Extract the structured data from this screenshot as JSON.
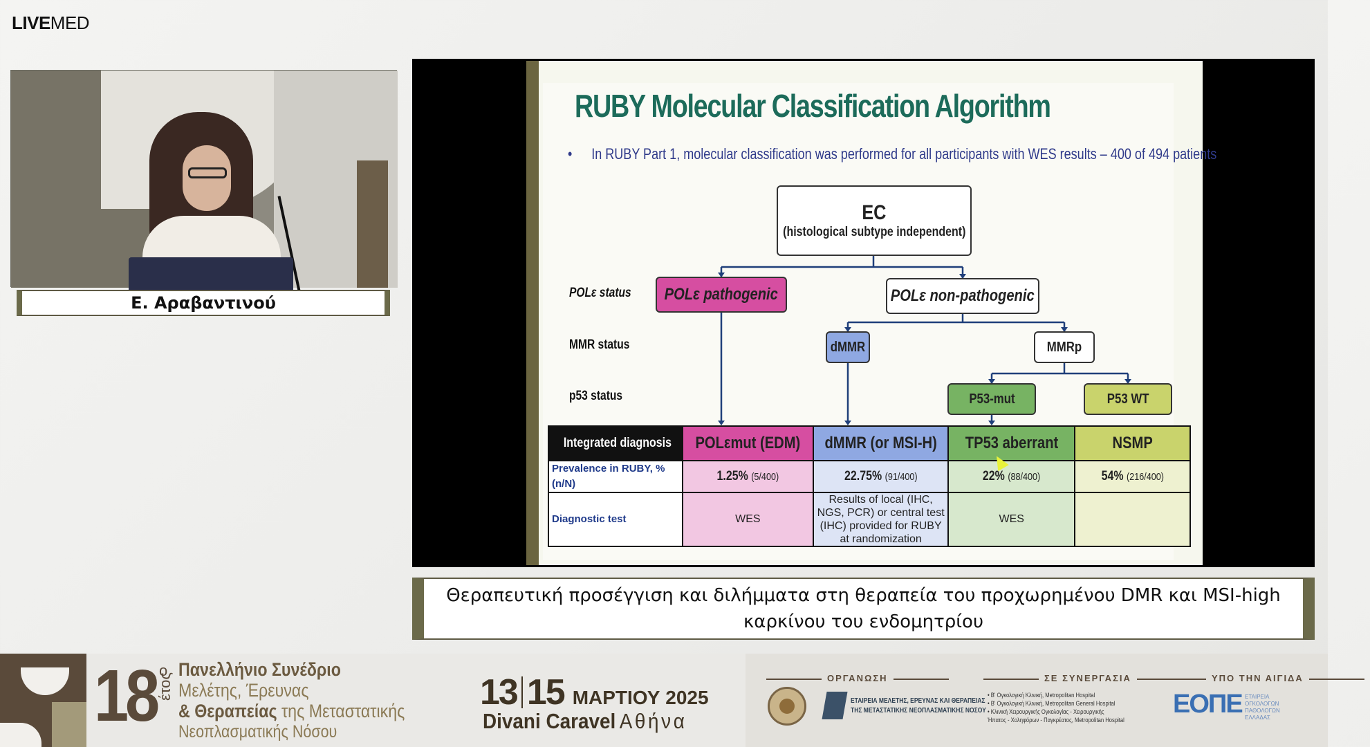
{
  "brand": {
    "live": "LIVE",
    "med": "MED"
  },
  "speaker": {
    "name": "Ε. Αραβαντινού"
  },
  "slide": {
    "title": "RUBY Molecular Classification Algorithm",
    "bullet": "In RUBY Part 1, molecular classification was performed for all participants with WES results – 400 of 494 patients",
    "ec_line1": "EC",
    "ec_line2": "(histological subtype independent)",
    "row_labels": {
      "pol": "POLε status",
      "mmr": "MMR status",
      "p53": "p53 status"
    },
    "nodes": {
      "pole_path": "POLε pathogenic",
      "pole_non": "POLε non-pathogenic",
      "dmmr": "dMMR",
      "mmrp": "MMRp",
      "p53mut": "P53-mut",
      "p53wt": "P53 WT"
    },
    "table": {
      "header_label": "Integrated diagnosis",
      "headers": [
        "POLεmut (EDM)",
        "dMMR (or MSI-H)",
        "TP53 aberrant",
        "NSMP"
      ],
      "prevalence_label": "Prevalence in RUBY, % (n/N)",
      "prevalence": [
        {
          "pct": "1.25%",
          "n": "(5/400)"
        },
        {
          "pct": "22.75%",
          "n": "(91/400)"
        },
        {
          "pct": "22%",
          "n": "(88/400)"
        },
        {
          "pct": "54%",
          "n": "(216/400)"
        }
      ],
      "diag_label": "Diagnostic test",
      "diag": [
        "WES",
        "Results of local (IHC, NGS, PCR) or central test (IHC) provided for RUBY at randomization",
        "WES",
        ""
      ]
    },
    "colors": {
      "title": "#1c6b5a",
      "bullet": "#2f3a8a",
      "pol": "#d64ea1",
      "dmmr": "#8fa8e2",
      "tp53": "#77b363",
      "nsmp": "#c9d36c"
    }
  },
  "caption": "Θεραπευτική προσέγγιση και διλήμματα στη θεραπεία του προχωρημένου DMR και MSI-high καρκίνου του ενδομητρίου",
  "footer": {
    "number": "18",
    "degree": "ο",
    "etos": "έτος",
    "conf_l1": "Πανελλήνιο Συνέδριο",
    "conf_l2": "Μελέτης, Έρευνας",
    "conf_l3a": "& Θεραπείας",
    "conf_l3b": "της Μεταστατικής",
    "conf_l4": "Νεοπλασματικής Νόσου",
    "day1": "13",
    "day2": "15",
    "month": "ΜΑΡΤΙΟΥ 2025",
    "venue": "Divani Caravel",
    "city": "Αθήνα",
    "org_head": "ΟΡΓΑΝΩΣΗ",
    "collab_head": "ΣΕ ΣΥΝΕΡΓΑΣΙΑ",
    "aegis_head": "ΥΠΟ ΤΗΝ ΑΙΓΙΔΑ",
    "org2_l1": "ΕΤΑΙΡΕΙΑ ΜΕΛΕΤΗΣ, ΕΡΕΥΝΑΣ ΚΑΙ ΘΕΡΑΠΕΙΑΣ",
    "org2_l2": "ΤΗΣ ΜΕΤΑΣΤΑΤΙΚΗΣ ΝΕΟΠΛΑΣΜΑΤΙΚΗΣ ΝΟΣΟΥ",
    "hosp_l1": "• Β' Ογκολογική Κλινική, Metropolitan Hospital",
    "hosp_l2": "• Β' Ογκολογική Κλινική, Metropolitan General Hospital",
    "hosp_l3": "• Κλινική Χειρουργικής Ογκολογίας - Χειρουργικής",
    "hosp_l4": "Ήπατος - Χοληφόρων - Παγκρέατος, Metropolitan Hospital",
    "eope": "ΕΟΠΕ",
    "eope_sub1": "ΕΤΑΙΡΕΙΑ",
    "eope_sub2": "ΟΓΚΟΛΟΓΩΝ",
    "eope_sub3": "ΠΑΘΟΛΟΓΩΝ",
    "eope_sub4": "ΕΛΛΑΔΑΣ"
  }
}
